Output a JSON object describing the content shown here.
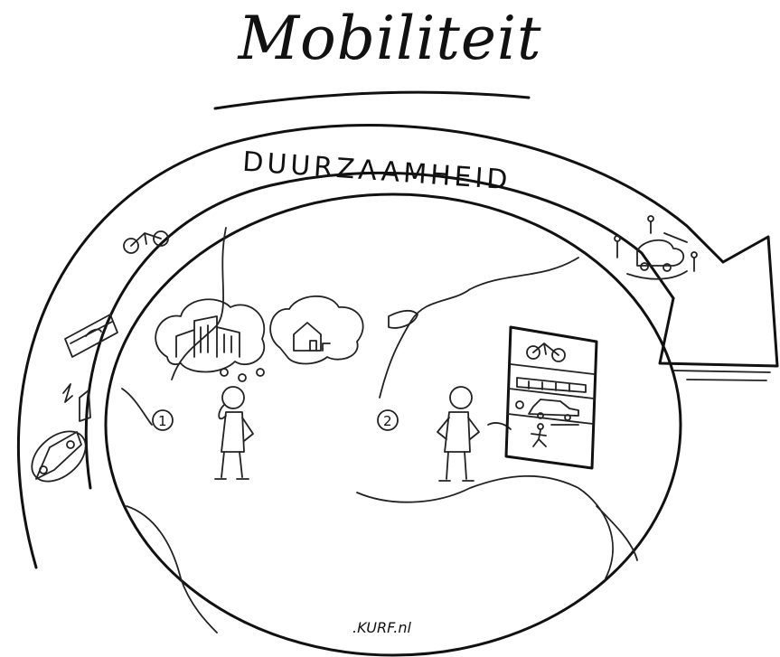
{
  "title": "Mobiliteit",
  "arrow_label": "DUURZAAMHEID",
  "markers": [
    "1",
    "2"
  ],
  "watermark": ".KURF.nl",
  "mode_panel": {
    "items": [
      "bike-icon",
      "train-icon",
      "car-icon",
      "walking-person-icon"
    ]
  },
  "ring_icons": [
    "bike-icon",
    "ticket-card-icon",
    "charging-plug-icon",
    "electric-car-icon"
  ],
  "top_right_icon": "shared-car-network-icon",
  "thought_bubbles": [
    "city-buildings-icon",
    "house-icon"
  ]
}
